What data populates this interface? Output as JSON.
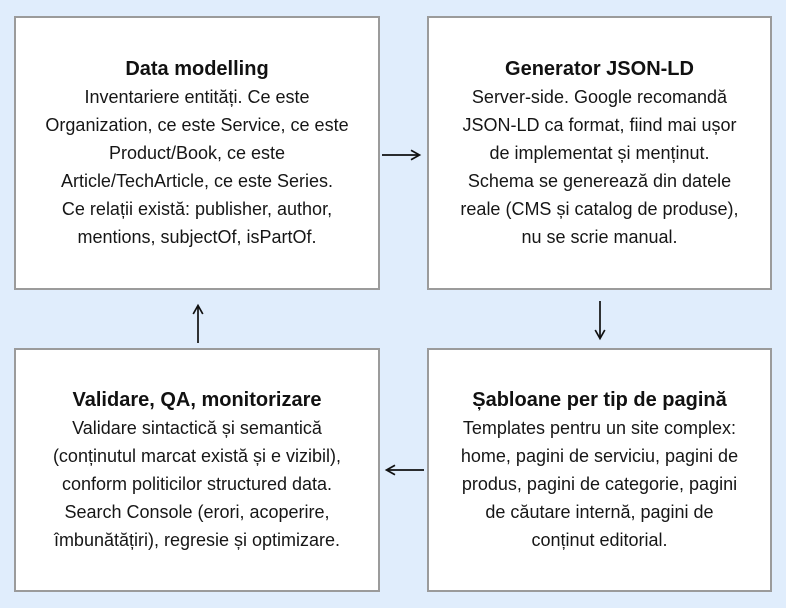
{
  "page": {
    "background_color": "#e0edfc",
    "box_background": "#ffffff",
    "box_border_color": "#9b9b9b",
    "text_color": "#141414",
    "arrow_color": "#111111"
  },
  "diagram": {
    "boxes": [
      {
        "title": "Data modelling",
        "body": "Inventariere entități. Ce este\nOrganization, ce este Service, ce este\nProduct/Book, ce este\nArticle/TechArticle, ce este Series.\nCe relații există: publisher, author,\nmentions, subjectOf, isPartOf."
      },
      {
        "title": "Generator JSON-LD",
        "body": "Server-side. Google recomandă\nJSON-LD ca format, fiind mai ușor\nde implementat și menținut.\nSchema se generează din datele\nreale (CMS și catalog de produse),\nnu se scrie manual."
      },
      {
        "title": "Șabloane per tip de pagină",
        "body": "Templates pentru un site complex:\nhome, pagini de serviciu, pagini de\nprodus, pagini de categorie, pagini\nde căutare internă, pagini de\nconținut editorial."
      },
      {
        "title": "Validare, QA, monitorizare",
        "body": "Validare sintactică și semantică\n(conținutul marcat există și e vizibil),\nconform politicilor structured data.\nSearch Console (erori, acoperire,\nîmbunătățiri), regresie și optimizare."
      }
    ],
    "arrows": [
      {
        "direction": "right",
        "glyph": "→",
        "from": "Data modelling",
        "to": "Generator JSON-LD"
      },
      {
        "direction": "down",
        "glyph": "↓",
        "from": "Generator JSON-LD",
        "to": "Șabloane per tip de pagină"
      },
      {
        "direction": "left",
        "glyph": "←",
        "from": "Șabloane per tip de pagină",
        "to": "Validare, QA, monitorizare"
      },
      {
        "direction": "up",
        "glyph": "↑",
        "from": "Validare, QA, monitorizare",
        "to": "Data modelling"
      }
    ]
  }
}
